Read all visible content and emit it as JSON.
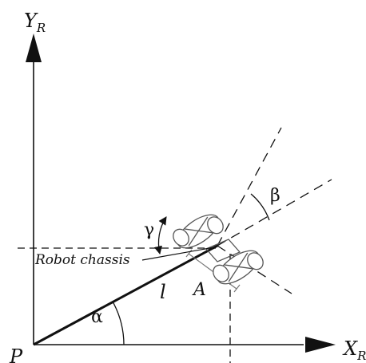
{
  "axes": {
    "y_label_main": "Y",
    "y_label_sub": "R",
    "x_label_main": "X",
    "x_label_sub": "R",
    "origin_label": "P"
  },
  "angles": {
    "alpha": "α",
    "beta": "β",
    "gamma": "γ"
  },
  "segments": {
    "l": "l",
    "A": "A"
  },
  "annotations": {
    "robot_chassis": "Robot chassis"
  },
  "colors": {
    "stroke": "#111111",
    "wheel_fill": "#ffffff",
    "chassis_stroke": "#555555"
  }
}
